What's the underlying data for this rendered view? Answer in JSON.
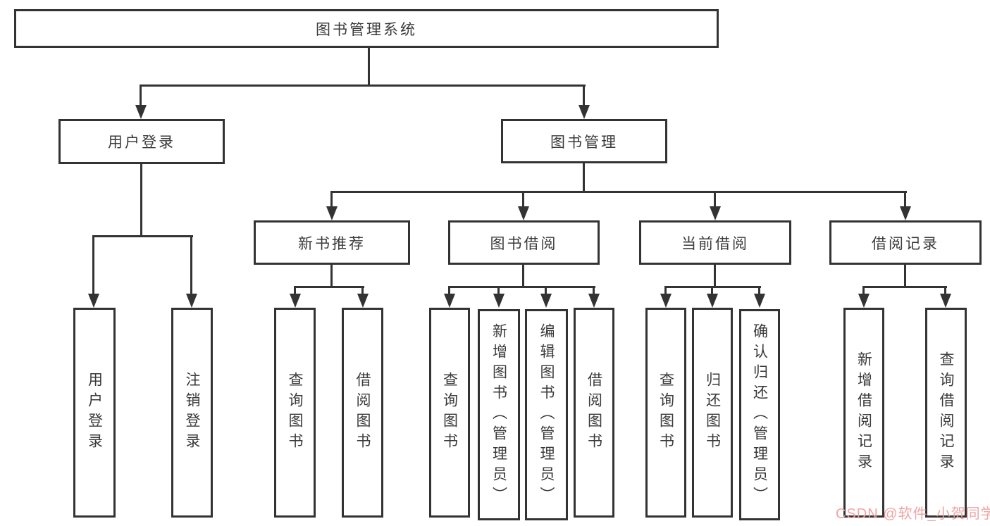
{
  "diagram": {
    "tree": {
      "label": "图书管理系统",
      "children": [
        {
          "label": "用户登录",
          "children": [
            {
              "label": "用户登录"
            },
            {
              "label": "注销登录"
            }
          ]
        },
        {
          "label": "图书管理",
          "children": [
            {
              "label": "新书推荐",
              "children": [
                {
                  "label": "查询图书"
                },
                {
                  "label": "借阅图书"
                }
              ]
            },
            {
              "label": "图书借阅",
              "children": [
                {
                  "label": "查询图书"
                },
                {
                  "label": "新增图书（管理员）"
                },
                {
                  "label": "编辑图书（管理员）"
                },
                {
                  "label": "借阅图书"
                }
              ]
            },
            {
              "label": "当前借阅",
              "children": [
                {
                  "label": "查询图书"
                },
                {
                  "label": "归还图书"
                },
                {
                  "label": "确认归还（管理员）"
                }
              ]
            },
            {
              "label": "借阅记录",
              "children": [
                {
                  "label": "新增借阅记录"
                },
                {
                  "label": "查询借阅记录"
                }
              ]
            }
          ]
        }
      ]
    },
    "colors": {
      "background": "#ffffff",
      "box_border": "#333333",
      "connector": "#333333",
      "text": "#3a3a3a",
      "watermark": "#ef9f9f"
    }
  },
  "watermark": {
    "text": "CSDN @软件_小贺同学"
  }
}
